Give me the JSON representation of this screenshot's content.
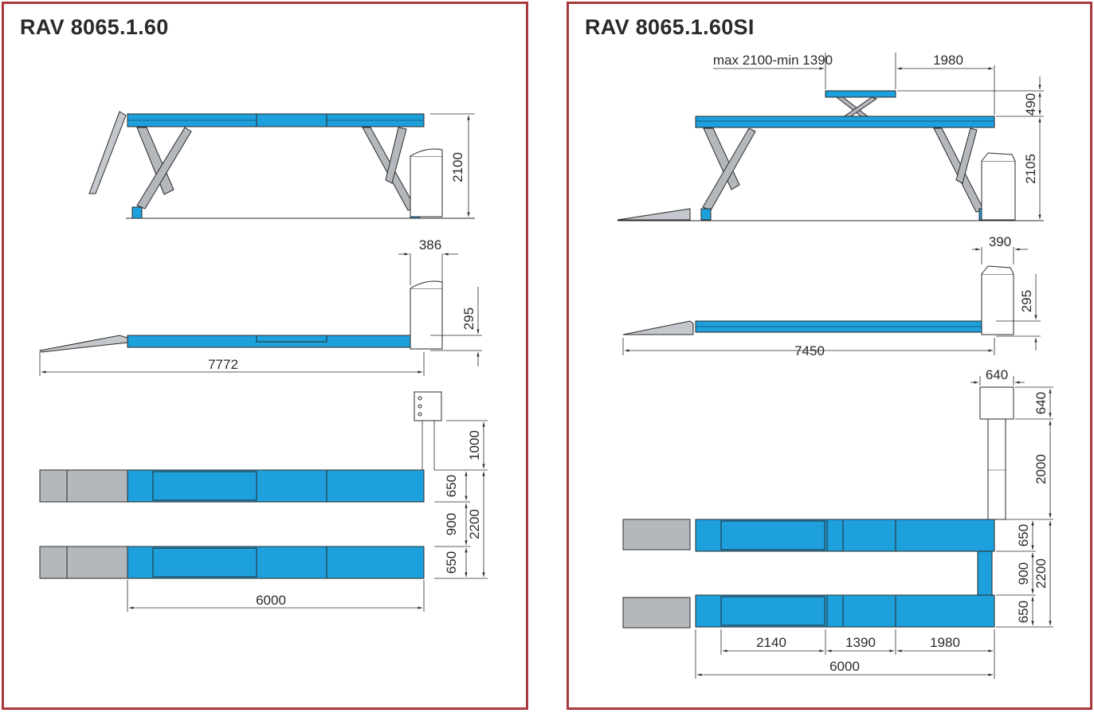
{
  "left": {
    "title": "RAV 8065.1.60",
    "dims": {
      "height": "2100",
      "depth": "386",
      "low": "295",
      "length": "7772",
      "console_gap": "1000",
      "track1": "650",
      "gap": "900",
      "track2": "650",
      "width": "2200",
      "platform": "6000"
    }
  },
  "right": {
    "title": "RAV 8065.1.60SI",
    "dims": {
      "jack_range": "max 2100-min 1390",
      "jack_pos": "1980",
      "jack_height": "490",
      "height": "2105",
      "depth": "390",
      "low": "295",
      "length": "7450",
      "console_w": "640",
      "console_h": "640",
      "console_gap": "2000",
      "track1": "650",
      "gap": "900",
      "track2": "650",
      "width": "2200",
      "seg1": "2140",
      "seg2": "1390",
      "seg3": "1980",
      "platform": "6000"
    }
  },
  "colors": {
    "frame": "#a8383c",
    "platform": "#1ea0dc",
    "arm": "#b4b8bc",
    "ramp": "#c4c8cc",
    "line": "#2a2a2a"
  }
}
